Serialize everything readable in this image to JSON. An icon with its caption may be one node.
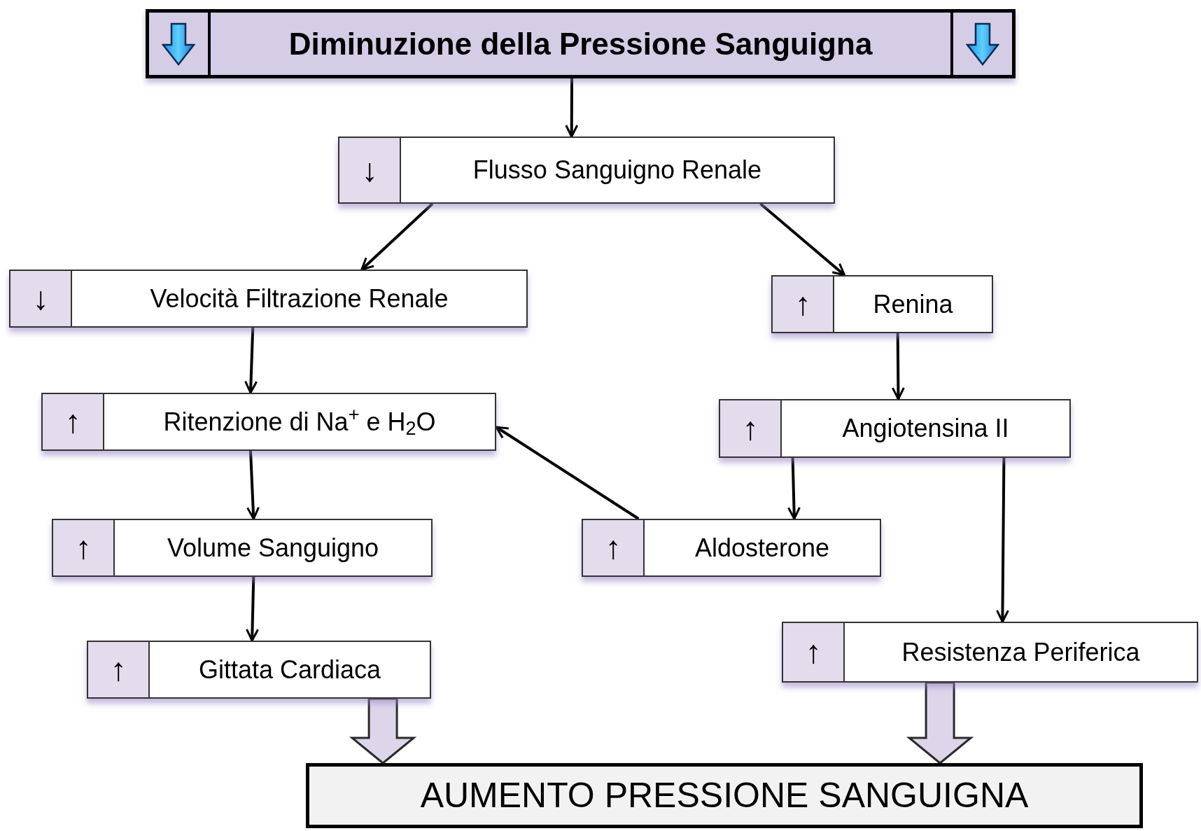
{
  "diagram": {
    "nodes": [
      {
        "text": [
          "Diminuzione della Pressione Sanguigna"
        ]
      },
      {
        "text": [
          "↓",
          "Flusso Sanguigno Renale"
        ]
      },
      {
        "text": [
          "↓",
          "Velocità Filtrazione Renale"
        ]
      },
      {
        "text": [
          "↑",
          "Renina"
        ]
      },
      {
        "text": [
          "↑",
          "Ritenzione di Na$^{+}$ e H$_{2}$O"
        ]
      },
      {
        "text": [
          "↑",
          "Angiotensina II"
        ]
      },
      {
        "text": [
          "↑",
          "Volume Sanguigno"
        ]
      },
      {
        "text": [
          "↑",
          "Aldosterone"
        ]
      },
      {
        "text": [
          "↑",
          "Gittata Cardiaca"
        ]
      },
      {
        "text": [
          "↑",
          "Resistenza Periferica"
        ]
      },
      {
        "text": [
          "AUMENTO PRESSIONE SANGUIGNA"
        ]
      }
    ],
    "edges": [
      {
        "from": 0,
        "to": 1,
        "arrow": "to"
      },
      {
        "from": 1,
        "to": 2,
        "arrow": "to"
      },
      {
        "from": 1,
        "to": 3,
        "arrow": "to"
      },
      {
        "from": 2,
        "to": 4,
        "arrow": "to"
      },
      {
        "from": 3,
        "to": 5,
        "arrow": "to"
      },
      {
        "from": 4,
        "to": 6,
        "arrow": "to"
      },
      {
        "from": 5,
        "to": 7,
        "arrow": "to"
      },
      {
        "from": 7,
        "to": 4,
        "arrow": "to"
      },
      {
        "from": 6,
        "to": 8,
        "arrow": "to"
      },
      {
        "from": 5,
        "to": 9,
        "arrow": "to"
      },
      {
        "from": 8,
        "to": 10,
        "arrow": "to",
        "style": "thick"
      },
      {
        "from": 9,
        "to": 10,
        "arrow": "to",
        "style": "thick"
      }
    ]
  }
}
